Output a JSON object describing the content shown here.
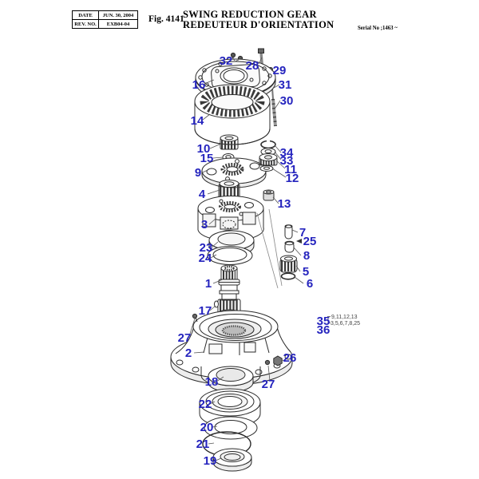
{
  "header": {
    "table": {
      "date_label": "DATE",
      "date_value": "JUN. 30, 2004",
      "rev_label": "REV. NO.",
      "rev_value": "EXB04-04"
    },
    "fig_label": "Fig. 4141",
    "title_en": "SWING REDUCTION GEAR",
    "title_fr": "REDEUTEUR D'ORIENTATION",
    "serial": "Serial No ;1463 ~"
  },
  "diagram": {
    "colors": {
      "label": "#2524be",
      "line": "#2b2b2b"
    },
    "callouts": {
      "c32": "32",
      "c28": "28",
      "c29": "29",
      "c16": "16",
      "c31": "31",
      "c30": "30",
      "c14": "14",
      "c10": "10",
      "c15": "15",
      "c9": "9",
      "c34": "34",
      "c33": "33",
      "c11": "11",
      "c12": "12",
      "c4": "4",
      "c13": "13",
      "c3": "3",
      "c23": "23",
      "c24": "24",
      "c7": "7",
      "c25": "25",
      "c8": "8",
      "c5": "5",
      "c6": "6",
      "c1": "1",
      "c17": "17",
      "c35": "35",
      "c36": "36",
      "c27_left": "27",
      "c2": "2",
      "c26": "26",
      "c27_right": "27",
      "c18": "18",
      "c22": "22",
      "c20": "20",
      "c21": "21",
      "c19": "19"
    },
    "kit_notes": {
      "kit35_items": "9,11,12,13",
      "kit36_items": "3,5,6,7,8,25"
    }
  }
}
